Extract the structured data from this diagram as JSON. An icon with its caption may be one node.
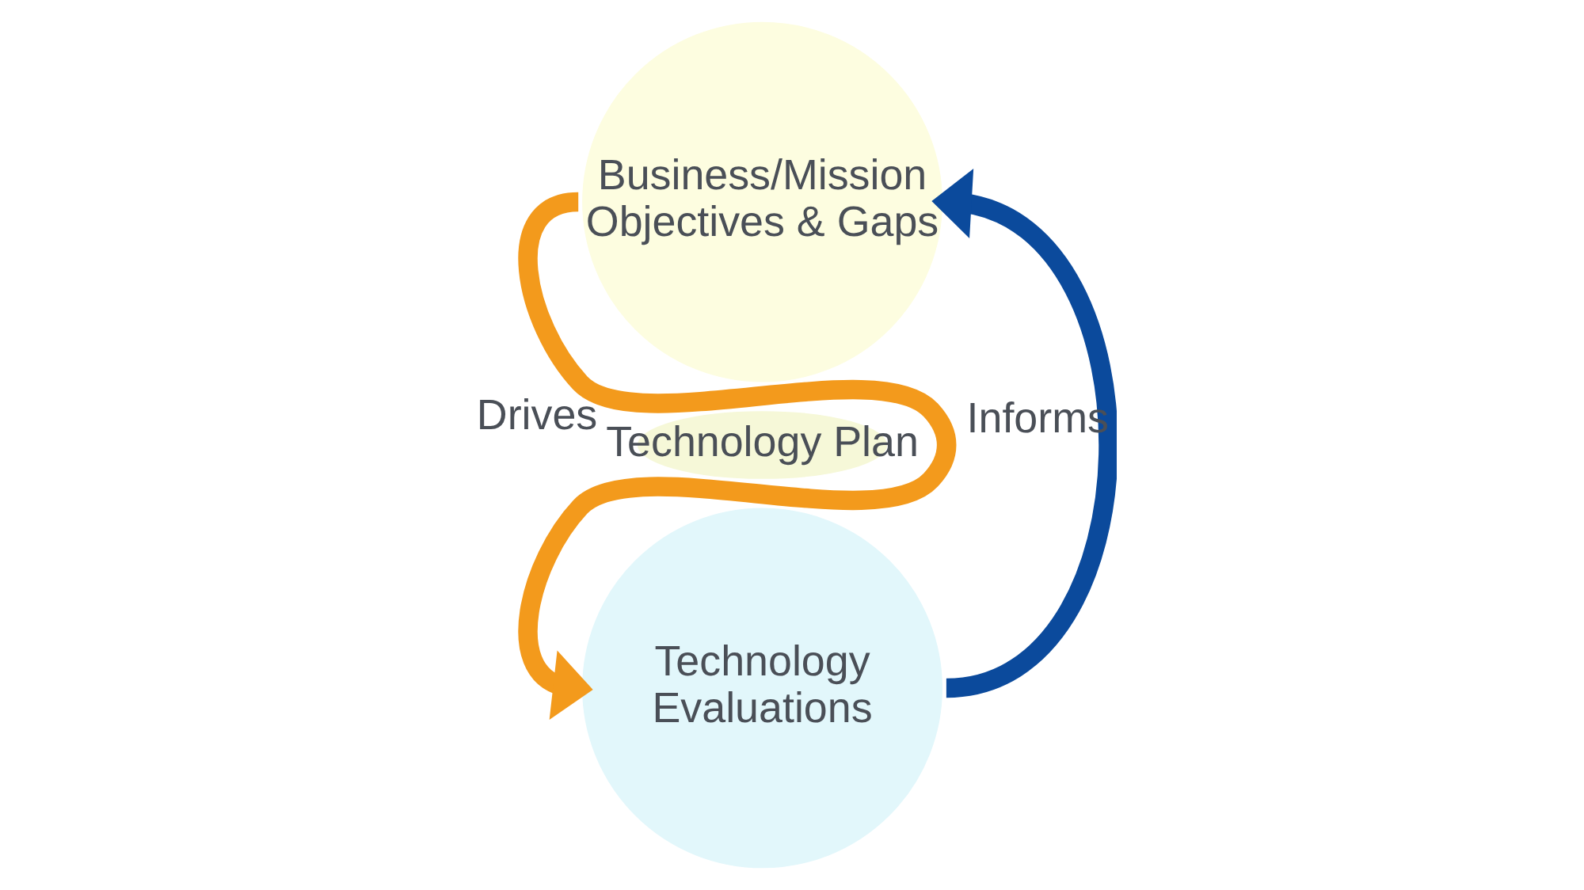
{
  "diagram": {
    "nodes": [
      {
        "text": [
          "Business/Mission Objectives & Gaps"
        ]
      },
      {
        "text": [
          "Technology Plan"
        ]
      },
      {
        "text": [
          "Technology Evaluations"
        ]
      }
    ],
    "edges": [
      {
        "from": 0,
        "to": 2,
        "arrow": "to",
        "label": "Drives",
        "color": "#f39a1c"
      },
      {
        "from": 2,
        "to": 0,
        "arrow": "to",
        "label": "Informs",
        "color": "#0b4a9c"
      }
    ]
  }
}
